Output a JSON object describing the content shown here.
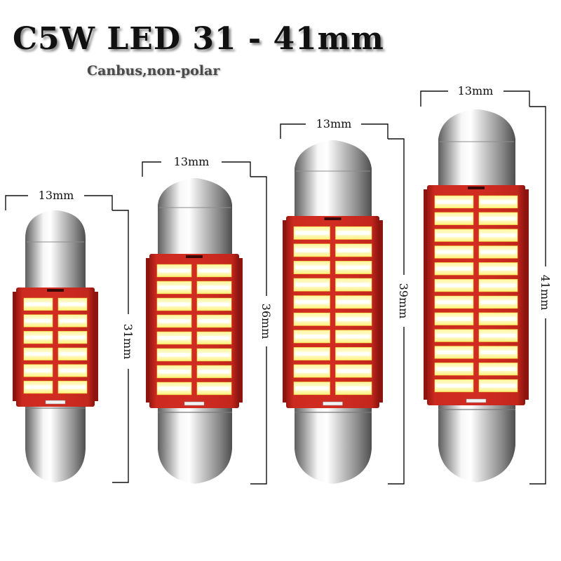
{
  "title": "C5W LED 31 - 41mm",
  "subtitle": "Canbus,non-polar",
  "colors": {
    "pcb": "#c8241c",
    "pcb_dark": "#8e140f",
    "led": "#fff48a",
    "led_core": "#ffffff",
    "metal_light": "#f4f4f4",
    "metal_dark": "#6e6e6e",
    "dimension_line": "#111111"
  },
  "bulbs": [
    {
      "width_label": "13mm",
      "length_label": "31mm",
      "led_rows": 6
    },
    {
      "width_label": "13mm",
      "length_label": "36mm",
      "led_rows": 8
    },
    {
      "width_label": "13mm",
      "length_label": "39mm",
      "led_rows": 10
    },
    {
      "width_label": "13mm",
      "length_label": "41mm",
      "led_rows": 12
    }
  ]
}
